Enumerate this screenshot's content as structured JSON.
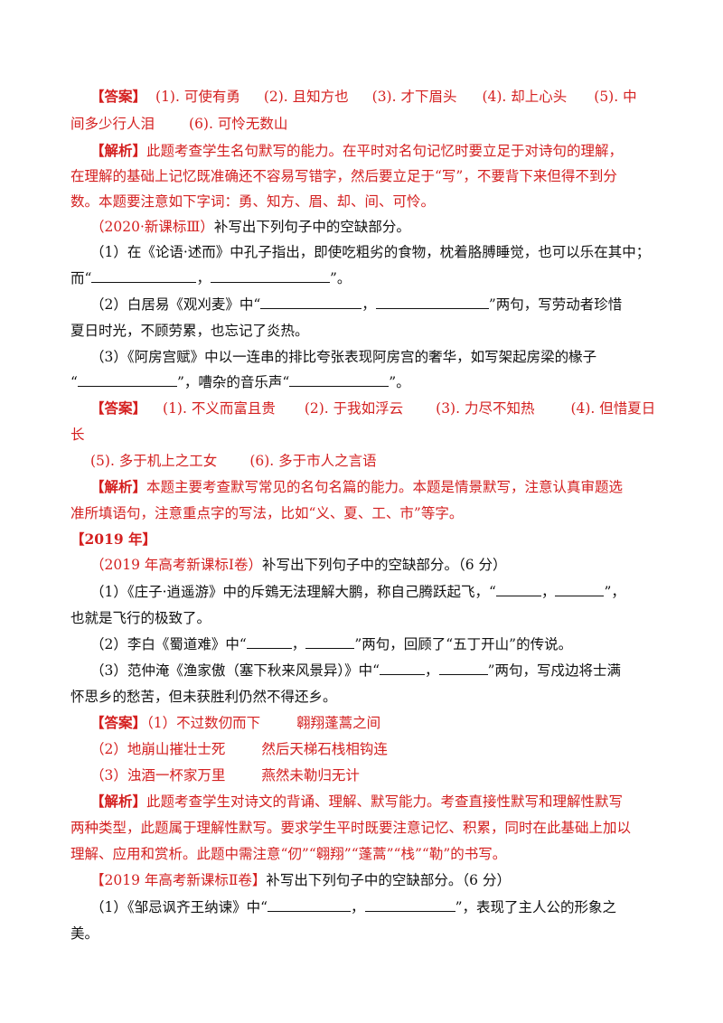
{
  "s2020_2": {
    "ans_label": "【答案】",
    "ans_1": "(1). 可使有勇",
    "ans_2": "(2). 且知方也",
    "ans_3": "(3). 才下眉头",
    "ans_4": "(4). 却上心头",
    "ans_5a": "(5). 中",
    "ans_5b": "间多少行人泪",
    "ans_6": "(6). 可怜无数山",
    "exp_label": "【解析】",
    "exp_l1": "此题考查学生名句默写的能力。在平时对名句记忆时要立足于对诗句的理解，",
    "exp_l2": "在理解的基础上记忆既准确还不容易写错字，然后要立足于“写”，不要背下来但得不到分",
    "exp_l3": "数。本题要注意如下字词：勇、知方、眉、却、间、可怜。"
  },
  "s2020_3": {
    "src": "（2020·新课标Ⅲ）",
    "intro": "补写出下列句子中的空缺部分。",
    "q1_a": "（1）在《论语·述而》中孔子指出，即使吃粗劣的食物，枕着胳膊睡觉，也可以乐在其中；",
    "q1_b1": "而“",
    "q1_comma": "，",
    "q1_b2": "”。",
    "q2_a": "（2）白居易《观刈麦》中“",
    "q2_comma": "，",
    "q2_b": "”两句，写劳动者珍惜",
    "q2_c": "夏日时光，不顾劳累，也忘记了炎热。",
    "q3_a": "（3）《阿房宫赋》中以一连串的排比夸张表现阿房宫的奢华，如写架起房梁的椽子",
    "q3_b1": "“",
    "q3_b2": "”，嘈杂的音乐声“",
    "q3_b3": "”。",
    "ans_label": "【答案】",
    "ans_1": "(1). 不义而富且贵",
    "ans_2": "(2). 于我如浮云",
    "ans_3": "(3). 力尽不知热",
    "ans_4a": "(4). 但惜夏日",
    "ans_4b": "长",
    "ans_5": "(5). 多于机上之工女",
    "ans_6": "(6). 多于市人之言语",
    "exp_label": "【解析】",
    "exp_l1": "本题主要考查默写常见的名句名篇的能力。本题是情景默写，注意认真审题选",
    "exp_l2": "准所填语句，注意重点字的写法，比如“义、夏、工、市”等字。"
  },
  "y2019": {
    "heading": "【2019 年】",
    "n1": {
      "src": "（2019 年高考新课标Ⅰ卷）",
      "intro": "补写出下列句子中的空缺部分。（6 分）",
      "q1_a": "（1）《庄子·逍遥游》中的斥鴳无法理解大鹏，称自己腾跃起飞，“",
      "q1_comma": "，",
      "q1_b": "”，",
      "q1_c": "也就是飞行的极致了。",
      "q2_a": "（2）李白《蜀道难》中“",
      "q2_comma": "，",
      "q2_b": "”两句，回顾了“五丁开山”的传说。",
      "q3_a": "（3）范仲淹《渔家傲（塞下秋来风景异）》中“",
      "q3_comma": "，",
      "q3_b": "”两句，写戍边将士满",
      "q3_c": "怀思乡的愁苦，但未获胜利仍然不得还乡。",
      "ans_label": "【答案】",
      "ans_1a": "（1）不过数仞而下",
      "ans_1b": "翱翔蓬蒿之间",
      "ans_2a": "（2）地崩山摧壮士死",
      "ans_2b": "然后天梯石栈相钩连",
      "ans_3a": "（3）浊酒一杯家万里",
      "ans_3b": "燕然未勒归无计",
      "exp_label": "【解析】",
      "exp_l1": "此题考查学生对诗文的背诵、理解、默写能力。考查直接性默写和理解性默写",
      "exp_l2": "两种类型，此题属于理解性默写。要求学生平时既要注意记忆、积累，同时在此基础上加以",
      "exp_l3": "理解、应用和赏析。此题中需注意“仞”“翱翔”“蓬蒿”“栈”“勒”的书写。"
    },
    "n2": {
      "src": "【2019 年高考新课标Ⅱ卷】",
      "intro": "补写出下列句子中的空缺部分。（6 分）",
      "q1_a": "（1）《邹忌讽齐王纳谏》中“",
      "q1_comma": "，",
      "q1_b": "”，表现了主人公的形象之",
      "q1_c": "美。"
    }
  }
}
